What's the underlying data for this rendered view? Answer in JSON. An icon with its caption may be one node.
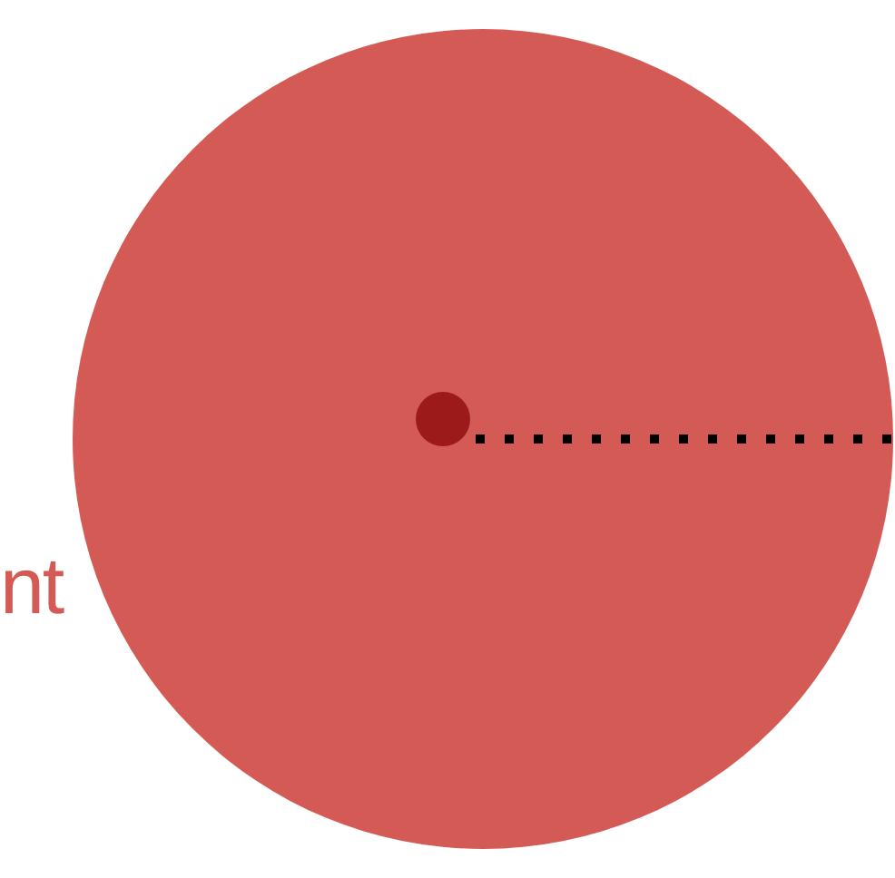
{
  "diagram": {
    "nodes": [
      {
        "text": [],
        "shape": "circle"
      },
      {
        "text": [],
        "shape": "circle",
        "in": 0
      }
    ],
    "labels": [
      "nt"
    ]
  }
}
